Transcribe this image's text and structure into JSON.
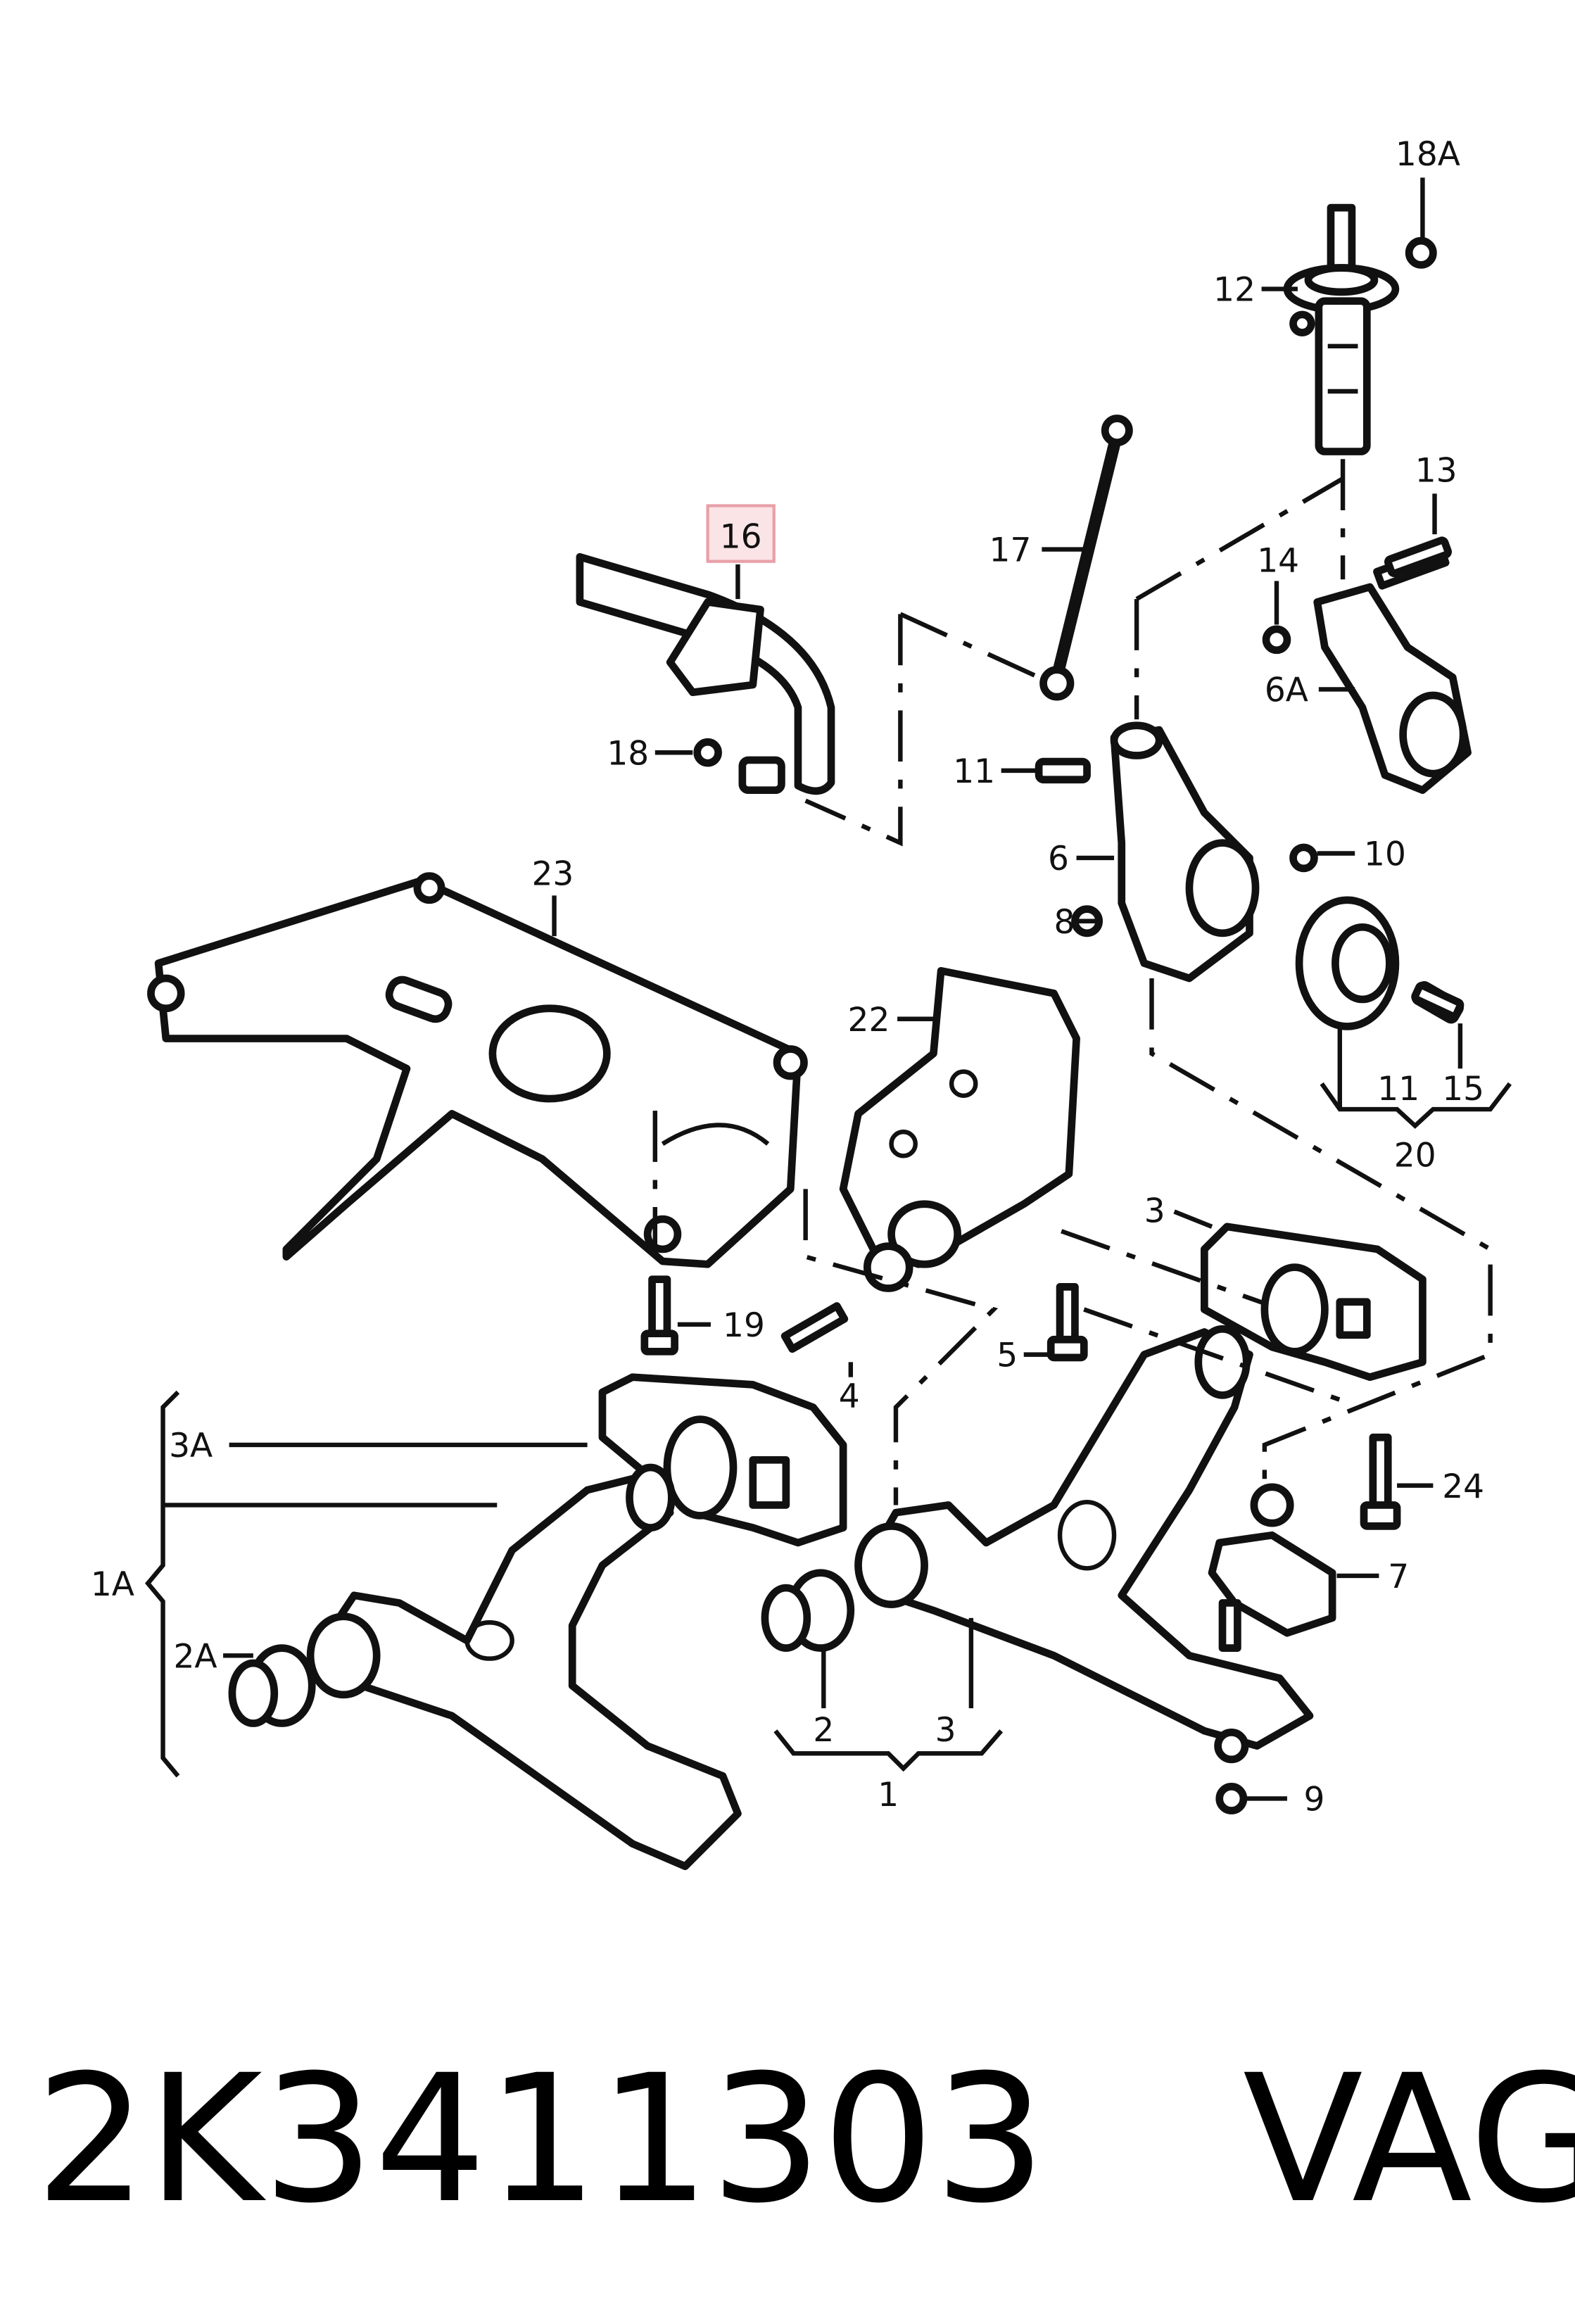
{
  "labels": {
    "p18A": "18A",
    "p12": "12",
    "p13": "13",
    "p14": "14",
    "p6A": "6A",
    "p16": "16",
    "p17": "17",
    "p18": "18",
    "p11a": "11",
    "p10": "10",
    "p6": "6",
    "p8": "8",
    "p23": "23",
    "p22": "22",
    "p11b": "11",
    "p15": "15",
    "p20": "20",
    "p3top": "3",
    "p19": "19",
    "p5": "5",
    "p4": "4",
    "p24": "24",
    "p3A": "3A",
    "p7": "7",
    "p1A": "1A",
    "p2A": "2A",
    "p2": "2",
    "p3b": "3",
    "p1": "1",
    "p9": "9"
  },
  "highlight_color": "#e8a0a8",
  "footer": {
    "part_number": "2K3411303",
    "brand": "VAG"
  }
}
